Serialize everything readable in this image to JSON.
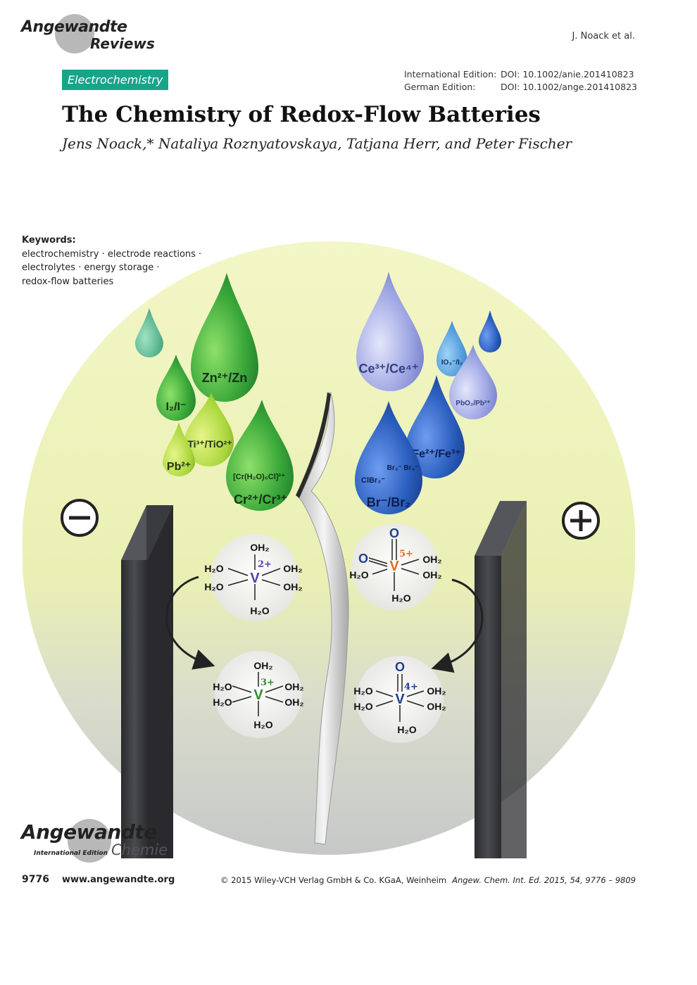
{
  "header": {
    "journal_logo_line1": "Angewandte",
    "journal_logo_line2": "Reviews",
    "authors_short": "J. Noack et al.",
    "section": "Electrochemistry",
    "doi": [
      {
        "label": "International Edition:",
        "value": "DOI: 10.1002/anie.201410823"
      },
      {
        "label": "German Edition:",
        "value": "DOI: 10.1002/ange.201410823"
      }
    ]
  },
  "article": {
    "title": "The Chemistry of Redox-Flow Batteries",
    "authors": "Jens Noack,* Nataliya Roznyatovskaya, Tatjana Herr, and Peter Fischer"
  },
  "keywords": {
    "heading": "Keywords:",
    "lines": [
      "electrochemistry · electrode reactions ·",
      "electrolytes · energy storage ·",
      "redox-flow batteries"
    ]
  },
  "figure": {
    "negative_drops": [
      {
        "label": "Zn²⁺/Zn"
      },
      {
        "label": "I₂/I⁻"
      },
      {
        "label": "Ti³⁺/TiO²⁺"
      },
      {
        "label": "Pb²⁺"
      },
      {
        "label": "[Cr(H₂O)₅Cl]²⁺"
      },
      {
        "label": "Cr²⁺/Cr³⁺"
      }
    ],
    "positive_drops": [
      {
        "label": "Ce³⁺/Ce⁴⁺"
      },
      {
        "label": "IO₃⁻/I₂"
      },
      {
        "label": "PbO₂/Pb²⁺"
      },
      {
        "label": "Fe²⁺/Fe³⁺"
      },
      {
        "label": "Br₃⁻ Br₃⁻"
      },
      {
        "label": "ClBr₂⁻"
      },
      {
        "label": "Br⁻/Br₂"
      }
    ],
    "negative_sign": "−",
    "positive_sign": "+",
    "complexes": {
      "v2": {
        "center": "V",
        "charge": "2+",
        "top": "OH₂",
        "left1": "H₂O",
        "left2": "H₂O",
        "right1": "OH₂",
        "right2": "OH₂",
        "bottom": "H₂O"
      },
      "v3": {
        "center": "V",
        "charge": "3+",
        "top": "OH₂",
        "left1": "H₂O",
        "left2": "H₂O",
        "right1": "OH₂",
        "right2": "OH₂",
        "bottom": "H₂O"
      },
      "v5": {
        "center": "V",
        "charge": "5+",
        "top": "O",
        "left1": "O",
        "left2": "H₂O",
        "right1": "OH₂",
        "right2": "OH₂",
        "bottom": "H₂O"
      },
      "v4": {
        "center": "V",
        "charge": "4+",
        "top": "O",
        "left1": "H₂O",
        "left2": "H₂O",
        "right1": "OH₂",
        "right2": "OH₂",
        "bottom": "H₂O"
      }
    },
    "colors": {
      "green": "#3aa83a",
      "blue": "#2b5fbf",
      "v2": "#5a3fa8",
      "v3": "#2e8b2e",
      "v5": "#e06a2a",
      "v4": "#1f3f8f"
    }
  },
  "footer": {
    "page_number": "9776",
    "url": "www.angewandte.org",
    "copyright": "© 2015 Wiley-VCH Verlag GmbH & Co. KGaA, Weinheim",
    "citation": "Angew. Chem. Int. Ed. 2015, 54, 9776 – 9809",
    "logo_line1": "Angewandte",
    "logo_line2": "Chemie",
    "logo_edition": "International Edition"
  }
}
